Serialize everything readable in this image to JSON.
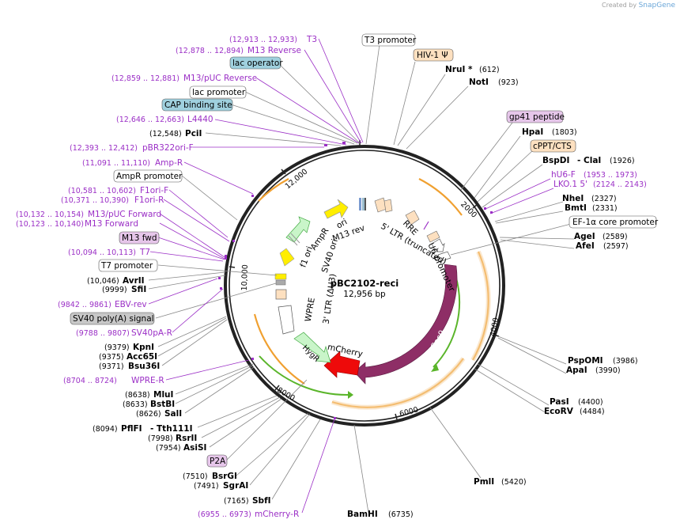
{
  "credit": {
    "prefix": "Created by",
    "brand": "SnapGene"
  },
  "plasmid": {
    "name": "pBC2102-reci",
    "length": "12,956 bp"
  },
  "ticks": [
    "12,000",
    "2000",
    "4000",
    "6000",
    "8000",
    "10,000"
  ],
  "labels": {
    "t3": {
      "range": "(12,913 .. 12,933)",
      "name": "T3"
    },
    "m13rev": {
      "range": "(12,878 .. 12,894)",
      "name": "M13 Reverse"
    },
    "lacop": "lac operator",
    "m13puc_rev": {
      "range": "(12,859 .. 12,881)",
      "name": "M13/pUC Reverse"
    },
    "lacprom": "lac promoter",
    "cap": "CAP binding site",
    "l4440": {
      "range": "(12,646 .. 12,663)",
      "name": "L4440"
    },
    "pcii": {
      "pos": "(12,548)",
      "name": "PciI"
    },
    "pbr": {
      "range": "(12,393 .. 12,412)",
      "name": "pBR322ori-F"
    },
    "ampr": {
      "range": "(11,091 .. 11,110)",
      "name": "Amp-R"
    },
    "amprprom": "AmpR promoter",
    "f1orif": {
      "range": "(10,581 .. 10,602)",
      "name": "F1ori-F"
    },
    "f1orir": {
      "range": "(10,371 .. 10,390)",
      "name": "F1ori-R"
    },
    "m13pucfwd": {
      "range": "(10,132 .. 10,154)",
      "name": "M13/pUC Forward"
    },
    "m13fwd2": {
      "range": "(10,123 .. 10,140)",
      "name": "M13 Forward"
    },
    "m13fwdbox": "M13 fwd",
    "t7": {
      "range": "(10,094 .. 10,113)",
      "name": "T7"
    },
    "t7prom": "T7 promoter",
    "avrii": {
      "pos": "(10,046)",
      "name": "AvrII"
    },
    "sfii": {
      "pos": "(9999)",
      "name": "SfiI"
    },
    "ebvrev": {
      "range": "(9842 .. 9861)",
      "name": "EBV-rev"
    },
    "sv40pa": "SV40 poly(A) signal",
    "sv40par": {
      "range": "(9788 .. 9807)",
      "name": "SV40pA-R"
    },
    "kpni": {
      "pos": "(9379)",
      "name": "KpnI"
    },
    "acc65i": {
      "pos": "(9375)",
      "name": "Acc65I"
    },
    "bsu36i": {
      "pos": "(9371)",
      "name": "Bsu36I"
    },
    "wprer": {
      "range": "(8704 .. 8724)",
      "name": "WPRE-R"
    },
    "mlui": {
      "pos": "(8638)",
      "name": "MluI"
    },
    "bstbi": {
      "pos": "(8633)",
      "name": "BstBI"
    },
    "sali": {
      "pos": "(8626)",
      "name": "SalI"
    },
    "pflfi": {
      "pos": "(8094)",
      "name": "PflFI",
      "alt": "- Tth111I"
    },
    "rsrii": {
      "pos": "(7998)",
      "name": "RsrII"
    },
    "asisi": {
      "pos": "(7954)",
      "name": "AsiSI"
    },
    "p2a": "P2A",
    "bsrgi": {
      "pos": "(7510)",
      "name": "BsrGI"
    },
    "sgrai": {
      "pos": "(7491)",
      "name": "SgrAI"
    },
    "sbfi": {
      "pos": "(7165)",
      "name": "SbfI"
    },
    "mcherryr": {
      "range": "(6955 .. 6973)",
      "name": "mCherry-R"
    },
    "bamhi": {
      "pos": "(6735)",
      "name": "BamHI"
    },
    "t3prom": "T3 promoter",
    "hiv1": "HIV-1 Ψ",
    "srui": {
      "pos": "(612)",
      "name": "NruI *"
    },
    "noti": {
      "pos": "(923)",
      "name": "NotI"
    },
    "gp41": "gp41 peptide",
    "hpai": {
      "pos": "(1803)",
      "name": "HpaI"
    },
    "cppt": "cPPT/CTS",
    "bspdi": {
      "pos": "(1926)",
      "name": "BspDI",
      "alt": "- ClaI"
    },
    "hu6f": {
      "range": "(1953 .. 1973)",
      "name": "hU6-F"
    },
    "lko": {
      "range": "(2124 .. 2143)",
      "name": "LKO.1 5'"
    },
    "nhei": {
      "pos": "(2327)",
      "name": "NheI"
    },
    "bmti": {
      "pos": "(2331)",
      "name": "BmtI"
    },
    "ef1a": "EF-1α core promoter",
    "agei": {
      "pos": "(2589)",
      "name": "AgeI"
    },
    "afei": {
      "pos": "(2597)",
      "name": "AfeI"
    },
    "pspomi": {
      "pos": "(3986)",
      "name": "PspOMI"
    },
    "apai": {
      "pos": "(3990)",
      "name": "ApaI"
    },
    "pasi": {
      "pos": "(4400)",
      "name": "PasI"
    },
    "ecorv": {
      "pos": "(4484)",
      "name": "EcoRV"
    },
    "pmli": {
      "pos": "(5420)",
      "name": "PmlI"
    }
  },
  "features": {
    "ori": "ori",
    "m13rev": "M13 rev",
    "ampr": "AmpR",
    "sv40ori": "SV40 ori",
    "f1ori": "f1 ori",
    "ltr5": "5' LTR (truncated)",
    "rre": "RRE",
    "u6": "U6 promoter",
    "cas9": "Cas9",
    "mcherry": "mCherry",
    "hygr": "HygR",
    "wpre": "WPRE",
    "ltr3": "3' LTR (ΔU3)"
  },
  "colors": {
    "cas9": "#8e2e66",
    "mcherry": "#ee0a0a",
    "primer": "#9b2fc6",
    "ori": "#ffee00",
    "marker": "#c9f5c9",
    "orangeArc": "#f0a030",
    "greenArc": "#5ab52a"
  }
}
